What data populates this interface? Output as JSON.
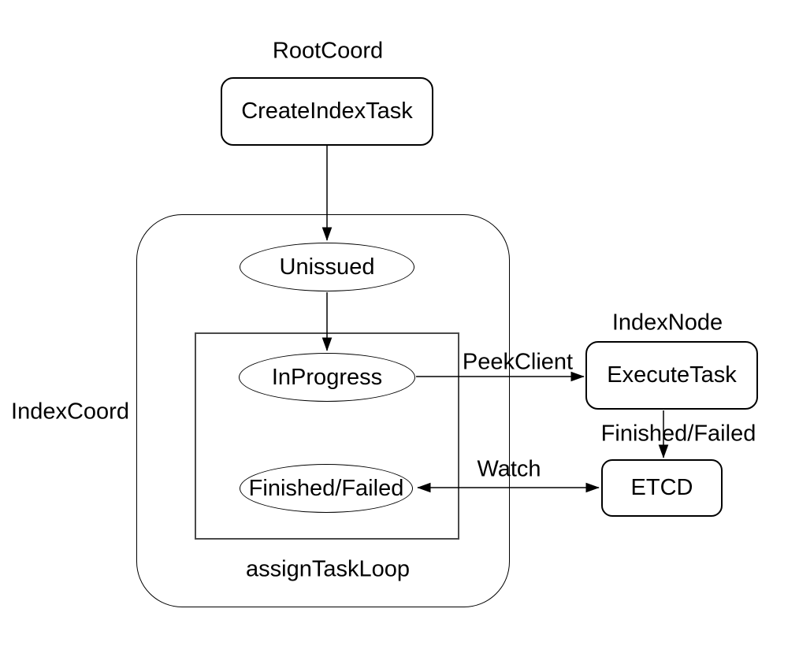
{
  "diagram": {
    "containers": {
      "outer_loop_label": "assignTaskLoop",
      "outer_group_label": "IndexCoord"
    },
    "group_labels": {
      "root_coord": "RootCoord",
      "index_node": "IndexNode",
      "index_coord": "IndexCoord",
      "assign_task_loop": "assignTaskLoop"
    },
    "nodes": {
      "create_index_task": "CreateIndexTask",
      "unissued": "Unissued",
      "in_progress": "InProgress",
      "finished_failed": "Finished/Failed",
      "execute_task": "ExecuteTask",
      "etcd": "ETCD"
    },
    "edge_labels": {
      "peek_client": "PeekClient",
      "watch": "Watch",
      "finished_failed": "Finished/Failed"
    },
    "colors": {
      "stroke": "#000000",
      "inner_box_stroke": "#4a4a4a",
      "background": "#ffffff",
      "text": "#000000"
    }
  }
}
